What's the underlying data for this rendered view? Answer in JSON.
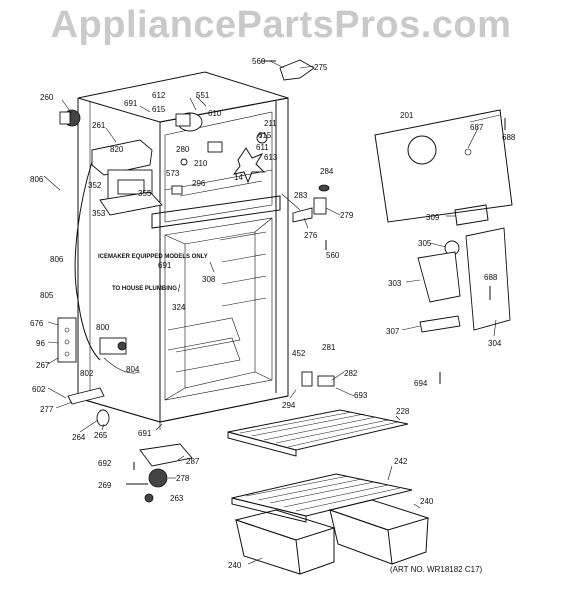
{
  "watermark": "AppliancePartsPros.com",
  "notes": {
    "icemaker": "ICEMAKER EQUIPPED MODELS ONLY",
    "to_house": "TO HOUSE PLUMBING"
  },
  "art_number": "(ART NO. WR18182 C17)",
  "callouts": {
    "560a": "560",
    "275": "275",
    "260": "260",
    "691a": "691",
    "612": "612",
    "551": "551",
    "615a": "615",
    "610": "610",
    "261": "261",
    "820": "820",
    "615b": "615",
    "211": "211",
    "280": "280",
    "611": "611",
    "210": "210",
    "613": "613",
    "573": "573",
    "14": "14",
    "296": "296",
    "201": "201",
    "687": "687",
    "688a": "688",
    "806a": "806",
    "352": "352",
    "355": "355",
    "353": "353",
    "284": "284",
    "283": "283",
    "279": "279",
    "276": "276",
    "560b": "560",
    "309": "309",
    "806b": "806",
    "691b": "691",
    "308": "308",
    "305": "305",
    "805": "805",
    "303": "303",
    "688b": "688",
    "324": "324",
    "676": "676",
    "96": "96",
    "267": "267",
    "800": "800",
    "307": "307",
    "304": "304",
    "452": "452",
    "281": "281",
    "802": "802",
    "804": "804",
    "282": "282",
    "602": "602",
    "693": "693",
    "694": "694",
    "277": "277",
    "294": "294",
    "228": "228",
    "264": "264",
    "265": "265",
    "691c": "691",
    "287": "287",
    "692": "692",
    "242": "242",
    "278": "278",
    "269": "269",
    "263": "263",
    "240a": "240",
    "240b": "240"
  },
  "icons": [
    "screw",
    "hinge",
    "fan-motor",
    "thermostat",
    "water-valve",
    "shelf",
    "crisper-drawer",
    "cover-panel"
  ]
}
